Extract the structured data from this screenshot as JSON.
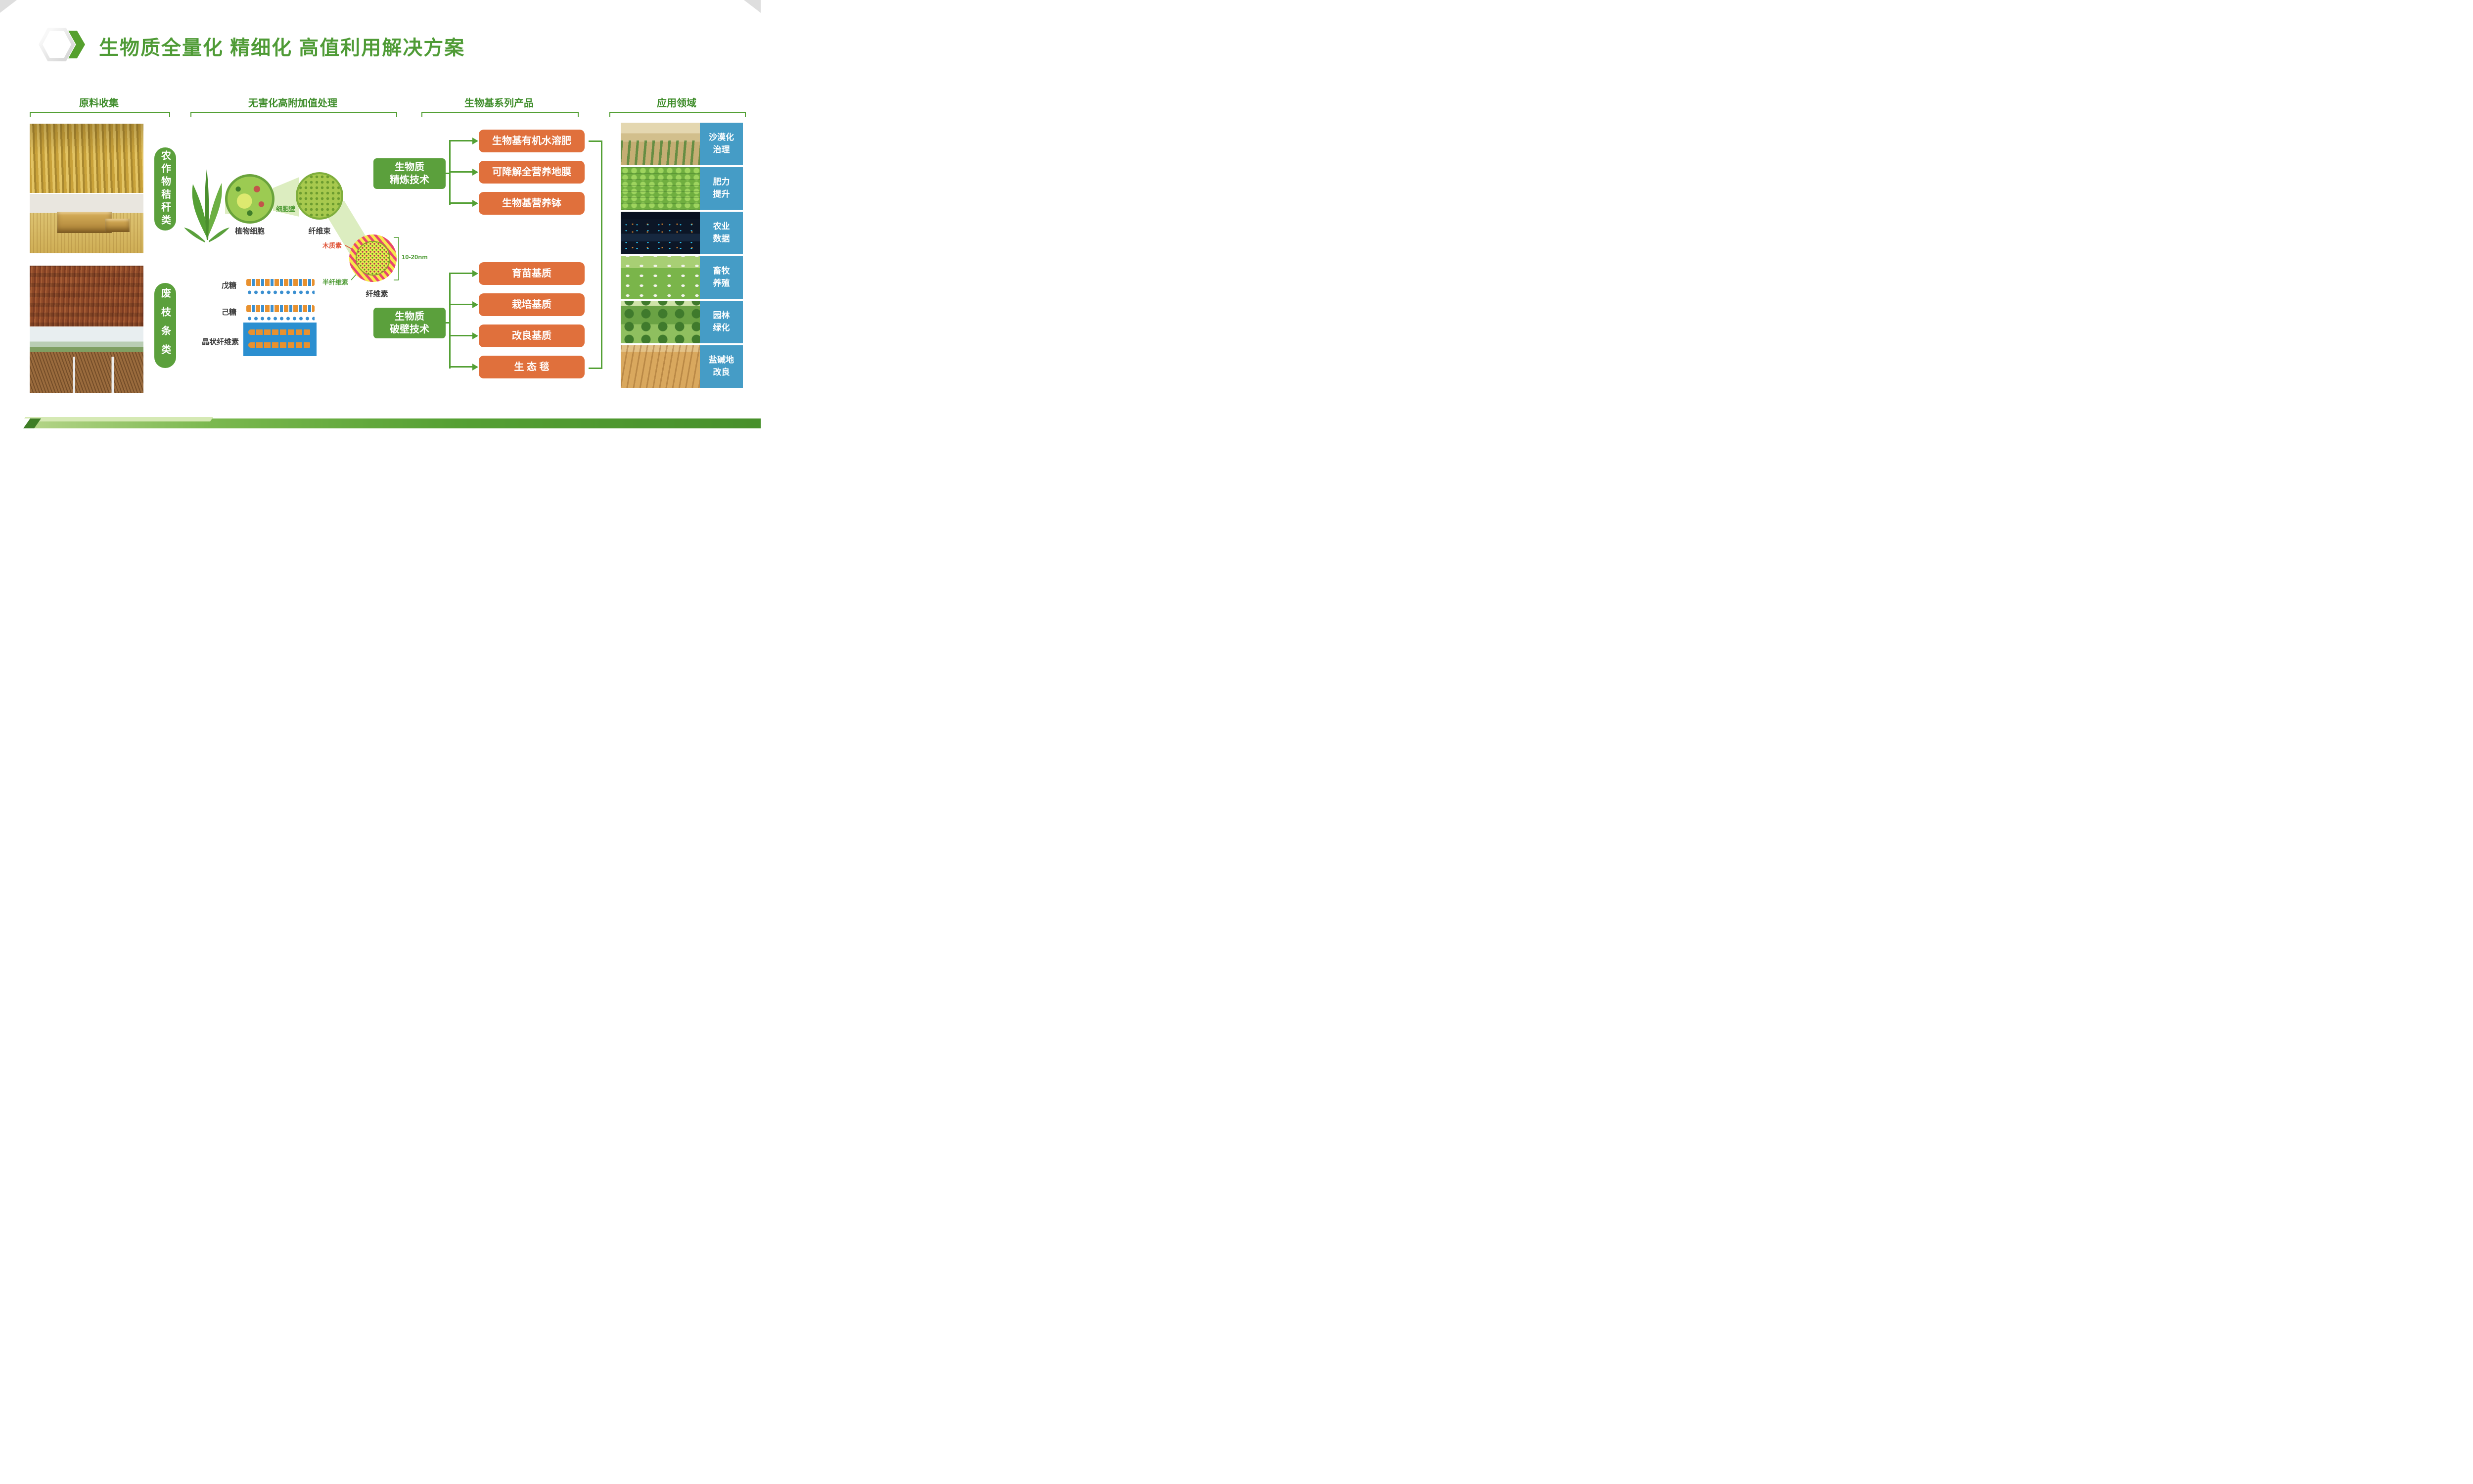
{
  "title": "生物质全量化 精细化 高值利用解决方案",
  "colors": {
    "green": "#5ba03c",
    "orange": "#e0703c",
    "blue": "#459cc6",
    "title_green": "#4f9b36"
  },
  "sections": {
    "collection": {
      "header": "原料收集",
      "categories": [
        {
          "label": "农作物秸秆类"
        },
        {
          "label": "废枝条类"
        }
      ],
      "photos": [
        {
          "name": "corn-stalks"
        },
        {
          "name": "straw-bales"
        },
        {
          "name": "dried-branches"
        },
        {
          "name": "pruned-branches"
        }
      ]
    },
    "processing": {
      "header": "无害化高附加值处理",
      "labels": {
        "plant_cell": "植物细胞",
        "cell_wall": "细胞壁",
        "fiber_bundle": "纤维束",
        "lignin": "木质素",
        "hemicellulose": "半纤维素",
        "cellulose": "纤维素",
        "diameter": "10-20nm",
        "pentose": "戊糖",
        "hexose": "己糖",
        "crystalline_cellulose": "晶状纤维素"
      }
    },
    "products": {
      "header": "生物基系列产品",
      "groups": [
        {
          "tech_line1": "生物质",
          "tech_line2": "精炼技术",
          "items": [
            "生物基有机水溶肥",
            "可降解全营养地膜",
            "生物基营养钵"
          ]
        },
        {
          "tech_line1": "生物质",
          "tech_line2": "破壁技术",
          "items": [
            "育苗基质",
            "栽培基质",
            "改良基质",
            "生 态 毯"
          ]
        }
      ]
    },
    "applications": {
      "header": "应用领域",
      "items": [
        {
          "line1": "沙漠化",
          "line2": "治理",
          "photo": "desert-restoration"
        },
        {
          "line1": "肥力",
          "line2": "提升",
          "photo": "vegetable-field"
        },
        {
          "line1": "农业",
          "line2": "数据",
          "photo": "data-center"
        },
        {
          "line1": "畜牧",
          "line2": "养殖",
          "photo": "sheep-pasture"
        },
        {
          "line1": "园林",
          "line2": "绿化",
          "photo": "landscaped-park"
        },
        {
          "line1": "盐碱地",
          "line2": "改良",
          "photo": "saline-soil"
        }
      ]
    }
  }
}
